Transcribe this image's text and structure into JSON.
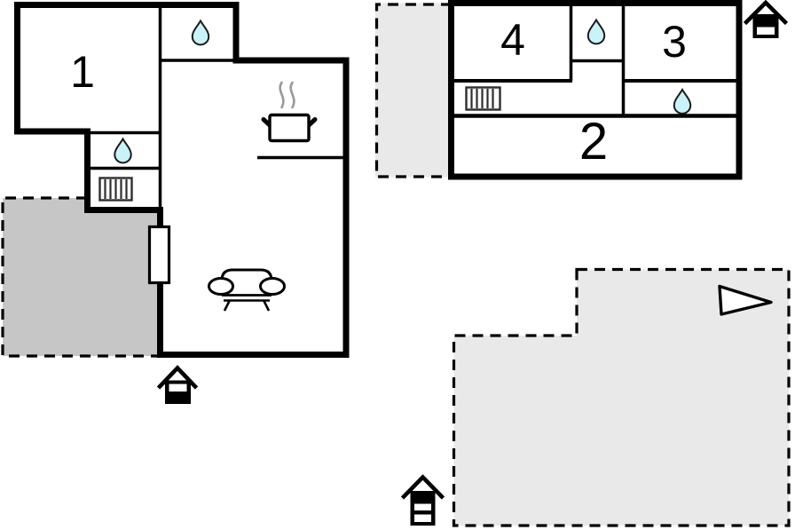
{
  "colors": {
    "background": "#ffffff",
    "wall": "#000000",
    "water_drop": "#c9f3f9",
    "water_drop_outline": "#1a1a1a",
    "terrace_dark": "#c6c6c6",
    "terrace_light": "#e9e9e9",
    "steam": "#999999"
  },
  "ground_floor_plan": {
    "rooms": {
      "room1": {
        "label": "1"
      }
    }
  },
  "upper_floor_plan": {
    "rooms": {
      "room2": {
        "label": "2"
      },
      "room3": {
        "label": "3"
      },
      "room4": {
        "label": "4"
      }
    }
  },
  "icons": {
    "water_drop": "teardrop",
    "radiator": "striped-rectangle",
    "stove": "pot-with-steam",
    "sofa": "sofa-top-view",
    "door": "door-leaf-rectangle",
    "floor_indicator_ground": "house-bottom-band-filled",
    "floor_indicator_upper": "house-top-band-filled",
    "floor_indicator_terrace": "house-three-bands-top-filled",
    "direction_arrow": "right-pointing-triangle"
  }
}
